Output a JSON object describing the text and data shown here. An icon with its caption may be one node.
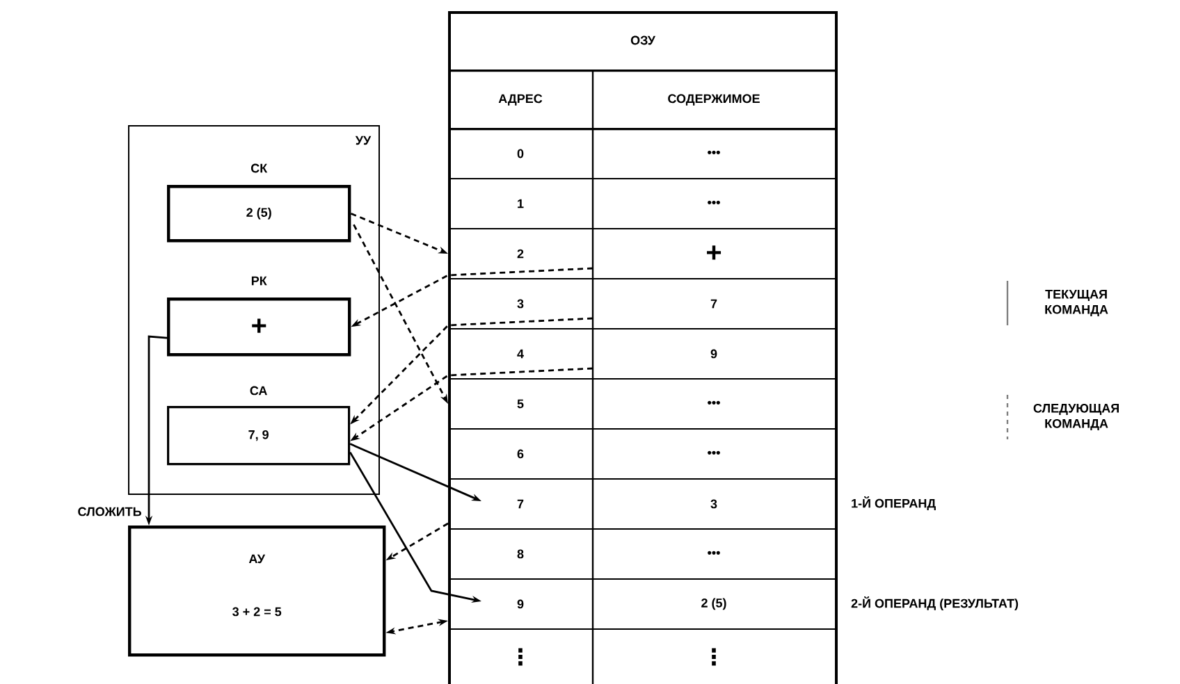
{
  "diagram": {
    "nodes": [
      {
        "text": [
          "УУ"
        ]
      },
      {
        "text": [
          "СК",
          "2 (5)"
        ],
        "in": 0
      },
      {
        "text": [
          "РК",
          "+"
        ],
        "in": 0
      },
      {
        "text": [
          "СА",
          "7, 9"
        ],
        "in": 0
      },
      {
        "text": [
          "АУ",
          "3 + 2 = 5"
        ]
      },
      {
        "text": [
          "ОЗУ"
        ]
      },
      {
        "text": [
          "АДРЕС",
          "СОДЕРЖИМОЕ"
        ],
        "in": 5
      },
      {
        "text": [
          "0",
          "•••"
        ],
        "in": 5
      },
      {
        "text": [
          "1",
          "•••"
        ],
        "in": 5
      },
      {
        "text": [
          "2",
          "+"
        ],
        "in": 5
      },
      {
        "text": [
          "3",
          "7"
        ],
        "in": 5
      },
      {
        "text": [
          "4",
          "9"
        ],
        "in": 5
      },
      {
        "text": [
          "5",
          "•••"
        ],
        "in": 5
      },
      {
        "text": [
          "6",
          "•••"
        ],
        "in": 5
      },
      {
        "text": [
          "7",
          "3"
        ],
        "in": 5
      },
      {
        "text": [
          "8",
          "•••"
        ],
        "in": 5
      },
      {
        "text": [
          "9",
          "2 (5)"
        ],
        "in": 5
      },
      {
        "text": [
          "⋮",
          "⋮"
        ],
        "in": 5
      }
    ],
    "edges": [
      {
        "from": 1,
        "to": 9,
        "arrow": "to",
        "style": "dashed"
      },
      {
        "from": 1,
        "to": 12,
        "arrow": "to",
        "style": "dashed"
      },
      {
        "from": 9,
        "to": 2,
        "arrow": "to",
        "style": "dashed"
      },
      {
        "from": 10,
        "to": 3,
        "arrow": "to",
        "style": "dashed"
      },
      {
        "from": 11,
        "to": 3,
        "arrow": "to",
        "style": "dashed"
      },
      {
        "from": 3,
        "to": 14,
        "arrow": "to"
      },
      {
        "from": 3,
        "to": 16,
        "arrow": "to"
      },
      {
        "from": 14,
        "to": 4,
        "arrow": "to",
        "style": "dashed"
      },
      {
        "from": 16,
        "to": 4,
        "arrow": "both",
        "style": "dashed"
      },
      {
        "from": 2,
        "to": 4,
        "arrow": "to",
        "label": "СЛОЖИТЬ"
      }
    ],
    "labels": [
      "1-Й ОПЕРАНД",
      "2-Й ОПЕРАНД (РЕЗУЛЬТАТ)"
    ],
    "legend": [
      {
        "text": "ТЕКУЩАЯ КОМАНДА"
      },
      {
        "text": "СЛЕДУЮЩАЯ КОМАНДА"
      }
    ]
  }
}
